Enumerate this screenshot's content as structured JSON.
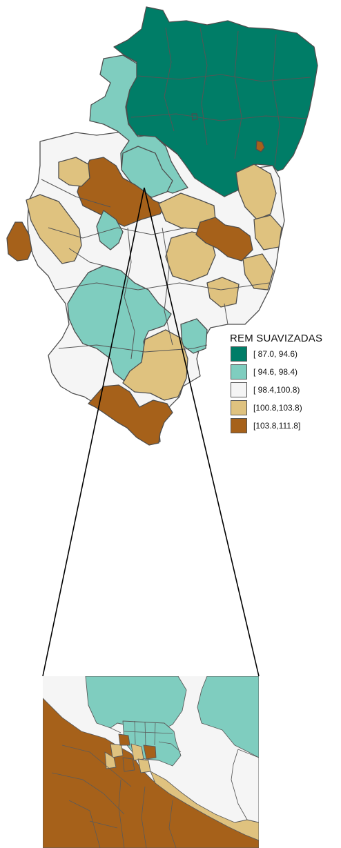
{
  "legend": {
    "title": "REM SUAVIZADAS",
    "items": [
      {
        "label": "[ 87.0, 94.6)",
        "color": "#007d67"
      },
      {
        "label": "[ 94.6, 98.4)",
        "color": "#7fcdbf"
      },
      {
        "label": "[ 98.4,100.8)",
        "color": "#f5f5f5"
      },
      {
        "label": "[100.8,103.8)",
        "color": "#dfc27f"
      },
      {
        "label": "[103.8,111.8]",
        "color": "#a6611a"
      }
    ]
  }
}
